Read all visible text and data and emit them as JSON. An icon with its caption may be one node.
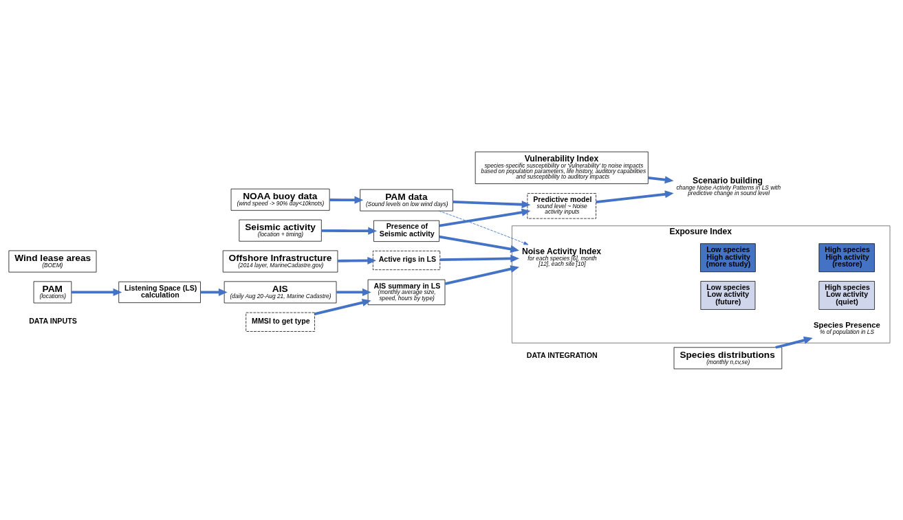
{
  "diagram": {
    "nodes": [
      {
        "text": [
          "PAM",
          "(locations)"
        ]
      },
      {
        "text": [
          "Listening Space (LS) calculation"
        ]
      },
      {
        "text": [
          "AIS",
          "(daily Aug 20-Aug 21, Marine Cadastre)"
        ]
      },
      {
        "text": [
          "Offshore Infrastructure",
          "(2014 layer, MarineCadastre.gov)"
        ]
      },
      {
        "text": [
          "Seismic activity",
          "(location + timing)"
        ]
      },
      {
        "text": [
          "Wind lease areas",
          "(BOEM)"
        ]
      },
      {
        "text": [
          "Species distributions",
          "(monthly n,cv,se)"
        ]
      },
      {
        "text": [
          "PAM data",
          "(Sound levels on low wind days)"
        ]
      },
      {
        "text": [
          "NOAA buoy data",
          "(wind speed -> 90% day<10knots)"
        ]
      },
      {
        "text": [
          "MMSI to get type"
        ]
      },
      {
        "text": [
          "AIS summary in LS",
          "(monthly average size, speed, hours by type)"
        ]
      },
      {
        "text": [
          "Active rigs in LS"
        ]
      },
      {
        "text": [
          "Presence of Seismic activity"
        ]
      },
      {
        "text": [
          "Predictive model",
          "sound level ~ Noise activity inputs"
        ]
      },
      {
        "text": [
          "Exposure Index"
        ]
      },
      {
        "text": [
          "Noise Activity Index",
          "for each species [6], month [12], each site [10]"
        ],
        "in": 14
      },
      {
        "text": [
          "Low species High activity (more study)"
        ],
        "in": 14
      },
      {
        "text": [
          "High species High activity (restore)"
        ],
        "in": 14
      },
      {
        "text": [
          "Low species Low activity (future)"
        ],
        "in": 14
      },
      {
        "text": [
          "High species Low activity (quiet)"
        ],
        "in": 14
      },
      {
        "text": [
          "Species Presence",
          "% of population in LS"
        ],
        "in": 14
      },
      {
        "text": [
          "Vulnerability Index",
          "species-specific susceptibility or ‘vulnerability’ to noise impacts based on population parameters, life history, auditory capabilities and susceptibility to auditory impacts"
        ]
      },
      {
        "text": [
          "Scenario building",
          "change Noise Activity Patterns in LS with predictive change in sound level"
        ]
      }
    ],
    "edges": [
      {
        "from": 0,
        "to": 1,
        "arrow": "to"
      },
      {
        "from": 1,
        "to": 2,
        "arrow": "to"
      },
      {
        "from": 9,
        "to": 10,
        "arrow": "to"
      },
      {
        "from": 2,
        "to": 10,
        "arrow": "to"
      },
      {
        "from": 3,
        "to": 11,
        "arrow": "to"
      },
      {
        "from": 4,
        "to": 12,
        "arrow": "to"
      },
      {
        "from": 10,
        "to": 15,
        "arrow": "to"
      },
      {
        "from": 11,
        "to": 15,
        "arrow": "to"
      },
      {
        "from": 12,
        "to": 15,
        "arrow": "to"
      },
      {
        "from": 12,
        "to": 13,
        "arrow": "to"
      },
      {
        "from": 6,
        "to": 20,
        "arrow": "to"
      },
      {
        "from": 7,
        "to": 15,
        "arrow": "to",
        "style": "dashed"
      },
      {
        "from": 8,
        "to": 7,
        "arrow": "to"
      },
      {
        "from": 7,
        "to": 13,
        "arrow": "to"
      },
      {
        "from": 13,
        "to": 22,
        "arrow": "to"
      },
      {
        "from": 21,
        "to": 22,
        "arrow": "to"
      }
    ],
    "labels": [
      "DATA INPUTS",
      "DATA INTEGRATION"
    ]
  }
}
